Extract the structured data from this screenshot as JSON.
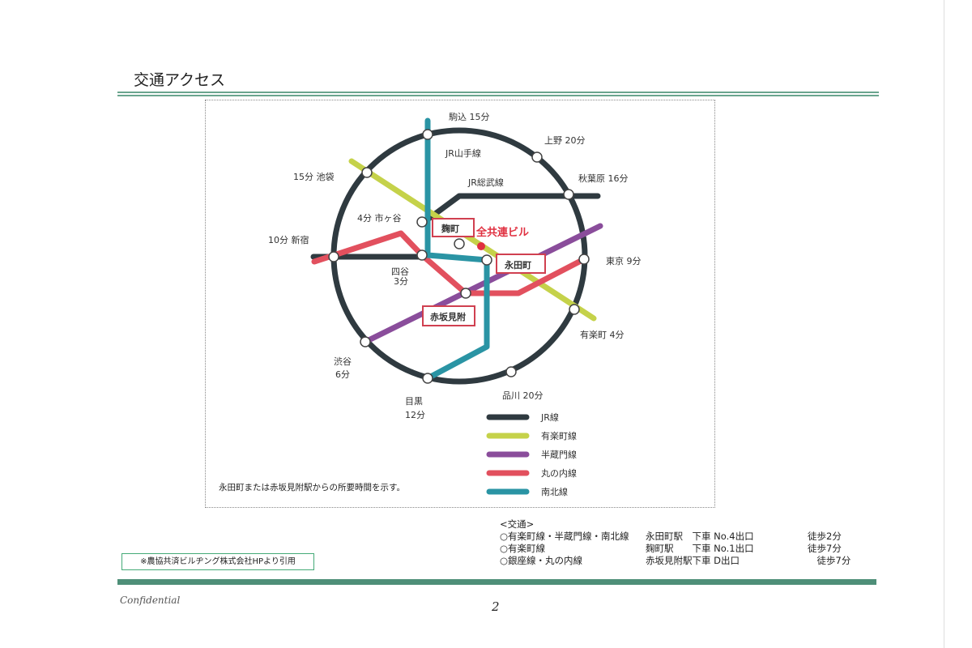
{
  "header": {
    "title": "交通アクセス"
  },
  "diagram": {
    "line_labels": {
      "yamanote": "JR山手線",
      "sobu": "JR総武線"
    },
    "building": "全共連ビル",
    "stations": {
      "komagome": "駒込 15分",
      "ueno": "上野 20分",
      "ikebukuro": "15分 池袋",
      "akihabara": "秋葉原 16分",
      "ichigaya": "4分 市ヶ谷",
      "shinjuku": "10分 新宿",
      "yotsuya": "四谷",
      "yotsuya_time": "3分",
      "tokyo": "東京 9分",
      "yurakucho": "有楽町 4分",
      "shibuya": "渋谷",
      "shibuya_time": "6分",
      "meguro": "目黒",
      "meguro_time": "12分",
      "shinagawa": "品川 20分"
    },
    "boxed_stations": {
      "kojimachi": "麹町",
      "nagatacho": "永田町",
      "akasakamitsuke": "赤坂見附"
    },
    "colors": {
      "jr": "#2f3a40",
      "yurakucho": "#c5d24a",
      "hanzomon": "#8a4d9b",
      "marunouchi": "#e2505e",
      "namboku": "#2a94a4",
      "accent": "#e03040"
    },
    "legend": [
      {
        "label": "JR線",
        "color": "#2f3a40"
      },
      {
        "label": "有楽町線",
        "color": "#c5d24a"
      },
      {
        "label": "半蔵門線",
        "color": "#8a4d9b"
      },
      {
        "label": "丸の内線",
        "color": "#e2505e"
      },
      {
        "label": "南北線",
        "color": "#2a94a4"
      }
    ],
    "note": "永田町または赤坂見附駅からの所要時間を示す。"
  },
  "access": {
    "heading": "<交通>",
    "rows": [
      {
        "lines": "○有楽町線・半蔵門線・南北線",
        "station": "永田町駅　下車 No.4出口",
        "walk": "徒歩2分"
      },
      {
        "lines": "○有楽町線",
        "station": "麹町駅　　下車 No.1出口",
        "walk": "徒歩7分"
      },
      {
        "lines": "○銀座線・丸の内線",
        "station": "赤坂見附駅下車 D出口",
        "walk": "　徒歩7分"
      }
    ]
  },
  "citation": "※農協共済ビルヂング株式会社HPより引用",
  "footer": {
    "confidential": "Confidential",
    "page": "2"
  }
}
